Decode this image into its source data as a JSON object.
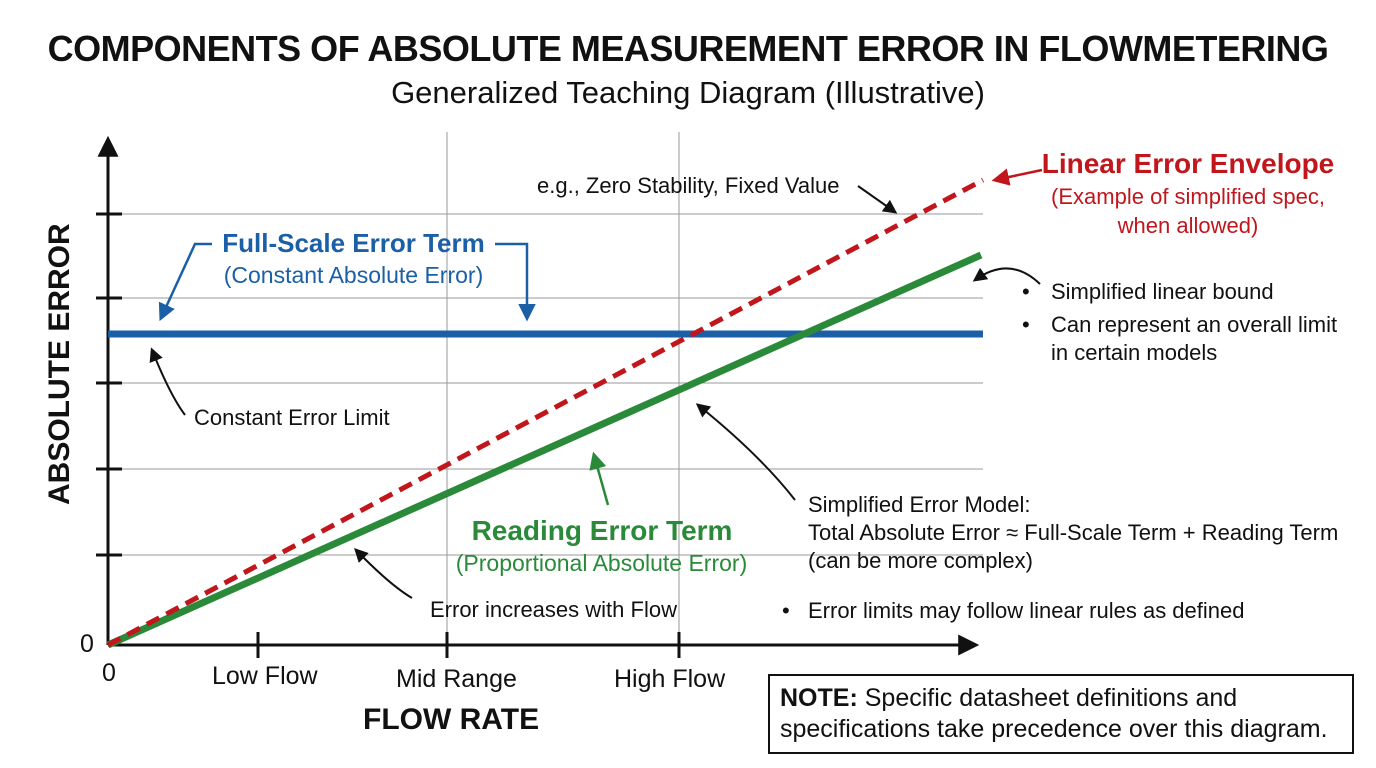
{
  "title": "COMPONENTS OF ABSOLUTE MEASUREMENT ERROR IN FLOWMETERING",
  "subtitle": "Generalized Teaching Diagram (Illustrative)",
  "axes": {
    "y_label": "ABSOLUTE ERROR",
    "x_label": "FLOW RATE",
    "y_zero": "0",
    "x_zero": "0",
    "x_ticks": [
      "Low Flow",
      "Mid Range",
      "High Flow"
    ]
  },
  "colors": {
    "full_scale": "#1b5fa6",
    "reading": "#2a8a3a",
    "envelope": "#c0161c"
  },
  "full_scale": {
    "title": "Full-Scale Error Term",
    "subtitle": "(Constant Absolute Error)",
    "limit_note": "Constant Error Limit"
  },
  "reading": {
    "title": "Reading Error Term",
    "subtitle": "(Proportional Absolute Error)",
    "increase_note": "Error increases with Flow"
  },
  "envelope": {
    "title": "Linear Error Envelope",
    "subtitle_line1": "(Example of simplified spec,",
    "subtitle_line2": "when allowed)",
    "zero_note": "e.g., Zero Stability, Fixed Value"
  },
  "bound_bullets": [
    "Simplified linear bound",
    "Can represent an overall limit",
    "in certain models"
  ],
  "model": {
    "heading": "Simplified Error Model:",
    "equation": "Total Absolute Error ≈ Full-Scale Term + Reading Term",
    "caveat": "(can be more complex)",
    "bullet": "Error limits may follow linear rules as defined"
  },
  "note": {
    "label": "NOTE:",
    "text_line1": "Specific datasheet definitions and",
    "text_line2": "specifications take precedence over this diagram."
  },
  "bullet_char": "•"
}
